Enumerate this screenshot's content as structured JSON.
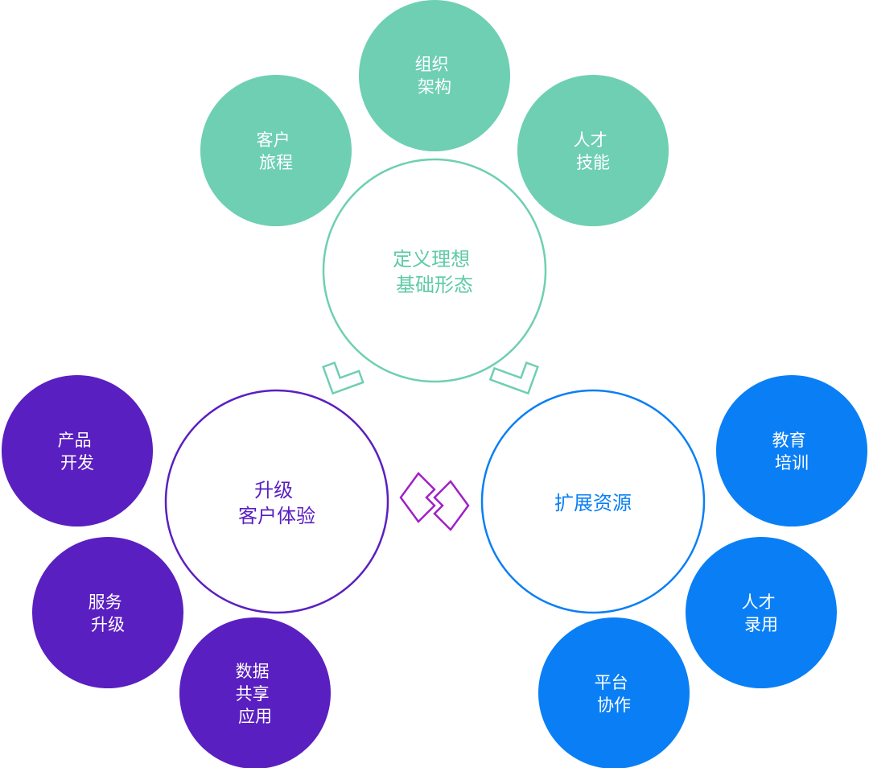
{
  "colors": {
    "teal": "#6ecfb3",
    "teal_text": "#5fcaa7",
    "purple": "#5a1fc0",
    "purple_text": "#5a1fc0",
    "blue": "#0a7ff5",
    "blue_text": "#0a7ff5",
    "connector_purple": "#a020c8",
    "white": "#ffffff"
  },
  "hubs": {
    "define": {
      "lines": [
        "定义理想",
        "基础形态"
      ]
    },
    "upgrade": {
      "lines": [
        "升级",
        "客户体验"
      ]
    },
    "expand": {
      "lines": [
        "扩展资源"
      ]
    }
  },
  "satellites": {
    "customer_journey": {
      "lines": [
        "客户",
        "旅程"
      ]
    },
    "org_structure": {
      "lines": [
        "组织",
        "架构"
      ]
    },
    "talent_skills": {
      "lines": [
        "人才",
        "技能"
      ]
    },
    "product_dev": {
      "lines": [
        "产品",
        "开发"
      ]
    },
    "service_upgrade": {
      "lines": [
        "服务",
        "升级"
      ]
    },
    "data_sharing": {
      "lines": [
        "数据",
        "共享",
        "应用"
      ]
    },
    "education_training": {
      "lines": [
        "教育",
        "培训"
      ]
    },
    "talent_recruit": {
      "lines": [
        "人才",
        "录用"
      ]
    },
    "platform_collab": {
      "lines": [
        "平台",
        "协作"
      ]
    }
  }
}
